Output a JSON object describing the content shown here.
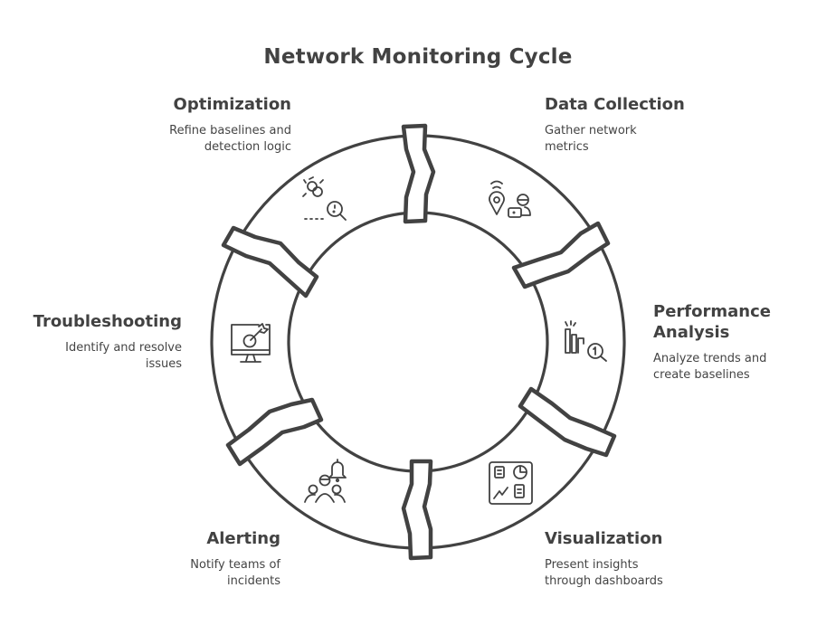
{
  "title": "Network Monitoring Cycle",
  "stages": [
    {
      "id": "data-collection",
      "title": "Data Collection",
      "desc_line1": "Gather network",
      "desc_line2": "metrics",
      "icon": "location-wifi-laptop-user-icon"
    },
    {
      "id": "performance-analysis",
      "title_line1": "Performance",
      "title_line2": "Analysis",
      "desc_line1": "Analyze trends and",
      "desc_line2": "create baselines",
      "icon": "bar-chart-magnifier-icon"
    },
    {
      "id": "visualization",
      "title": "Visualization",
      "desc_line1": "Present insights",
      "desc_line2": "through dashboards",
      "icon": "dashboard-icon"
    },
    {
      "id": "alerting",
      "title": "Alerting",
      "desc_line1": "Notify teams of",
      "desc_line2": "incidents",
      "icon": "bell-team-icon"
    },
    {
      "id": "troubleshooting",
      "title": "Troubleshooting",
      "desc_line1": "Identify and resolve",
      "desc_line2": "issues",
      "icon": "monitor-target-icon"
    },
    {
      "id": "optimization",
      "title": "Optimization",
      "desc_line1": "Refine baselines and",
      "desc_line2": "detection logic",
      "icon": "bug-magnifier-icon"
    }
  ],
  "colors": {
    "stroke": "#424242",
    "background": "#ffffff"
  }
}
